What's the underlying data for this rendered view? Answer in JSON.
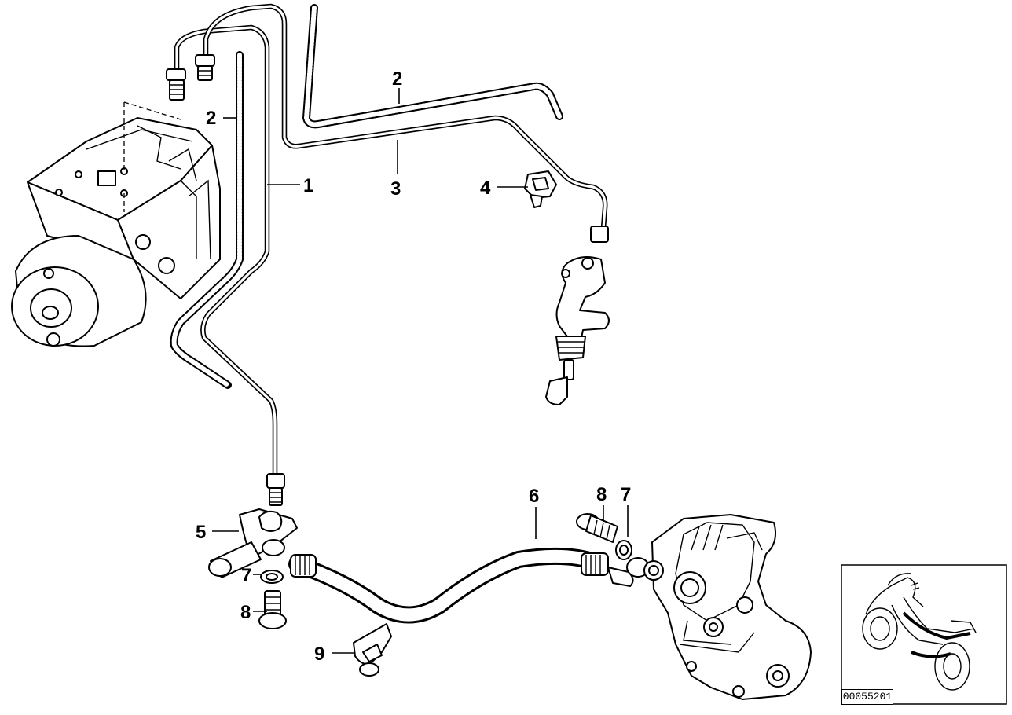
{
  "callouts": {
    "c1": "1",
    "c2a": "2",
    "c2b": "2",
    "c3": "3",
    "c4": "4",
    "c5": "5",
    "c6": "6",
    "c7a": "7",
    "c7b": "7",
    "c8a": "8",
    "c8b": "8",
    "c9": "9"
  },
  "reference_number": "00055201"
}
